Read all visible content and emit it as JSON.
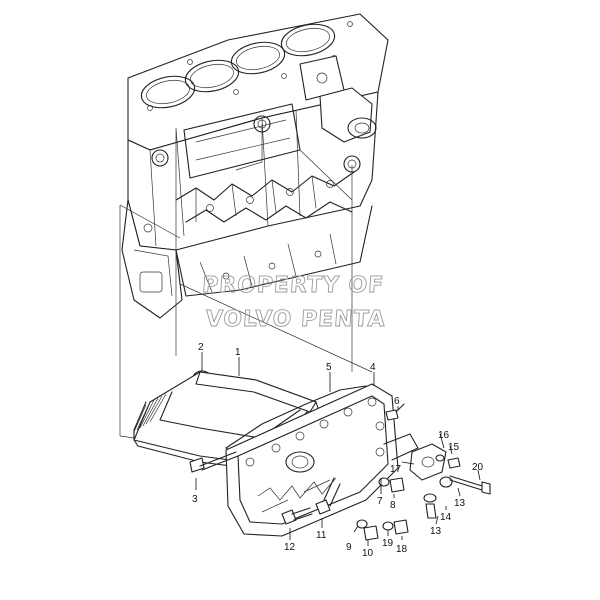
{
  "watermark": {
    "line1": "PROPERTY OF",
    "line2": "VOLVO PENTA"
  },
  "callouts": [
    {
      "id": "1",
      "label": "1"
    },
    {
      "id": "2",
      "label": "2"
    },
    {
      "id": "3",
      "label": "3"
    },
    {
      "id": "4",
      "label": "4"
    },
    {
      "id": "5",
      "label": "5"
    },
    {
      "id": "6",
      "label": "6"
    },
    {
      "id": "7",
      "label": "7"
    },
    {
      "id": "8",
      "label": "8"
    },
    {
      "id": "9",
      "label": "9"
    },
    {
      "id": "10",
      "label": "10"
    },
    {
      "id": "11",
      "label": "11"
    },
    {
      "id": "12",
      "label": "12"
    },
    {
      "id": "13a",
      "label": "13"
    },
    {
      "id": "13b",
      "label": "13"
    },
    {
      "id": "14",
      "label": "14"
    },
    {
      "id": "15",
      "label": "15"
    },
    {
      "id": "16",
      "label": "16"
    },
    {
      "id": "17",
      "label": "17"
    },
    {
      "id": "18",
      "label": "18"
    },
    {
      "id": "19",
      "label": "19"
    },
    {
      "id": "20",
      "label": "20"
    }
  ]
}
